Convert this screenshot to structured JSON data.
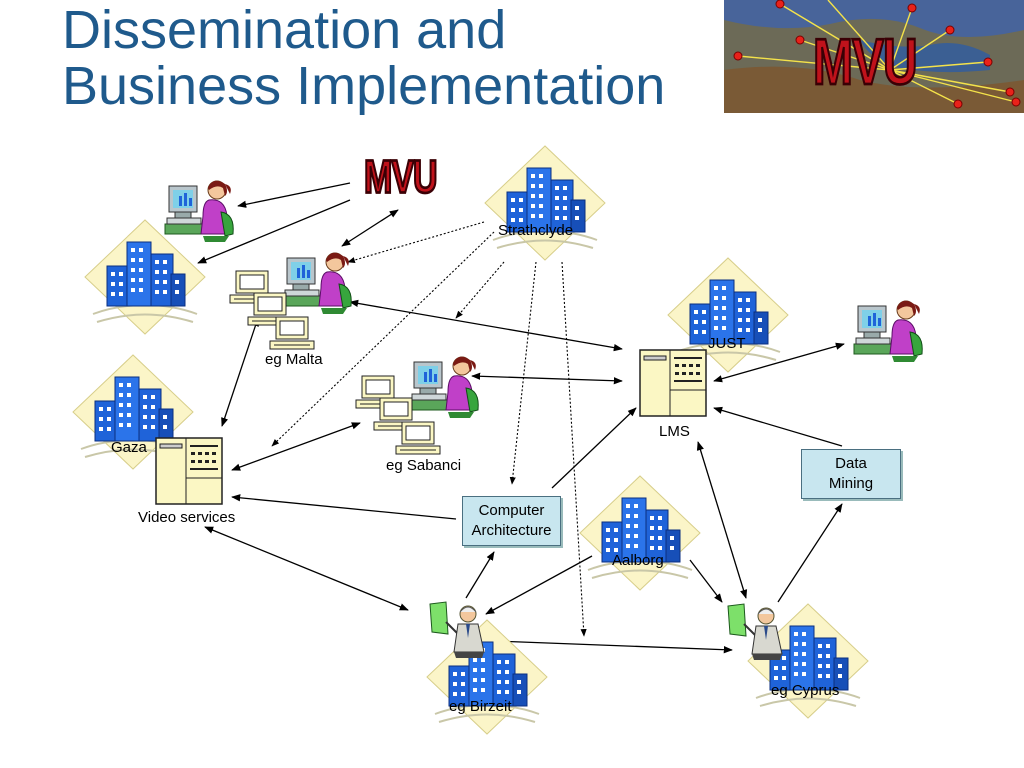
{
  "title": {
    "line1": "Dissemination and",
    "line2": "Business Implementation"
  },
  "logo": {
    "text": "MVU"
  },
  "diagram_logo": {
    "text": "MVU"
  },
  "nodes": {
    "strathclyde": "Strathclyde",
    "just": "JUST",
    "eg_malta": "eg Malta",
    "gaza": "Gaza",
    "video_services": "Video services",
    "eg_sabanci": "eg Sabanci",
    "lms": "LMS",
    "data_mining": [
      "Data",
      "Mining"
    ],
    "computer_architecture": [
      "Computer",
      "Architecture"
    ],
    "aalborg": "Aalborg",
    "eg_birzeit": "eg Birzeit",
    "eg_cyprus": "eg Cyprus"
  },
  "colors": {
    "title": "#1f5a8c",
    "box_fill": "#c8e6ef",
    "server_fill": "#fbf7c4",
    "building_blue": "#1f63d9",
    "mvu_red": "#c0121b"
  }
}
